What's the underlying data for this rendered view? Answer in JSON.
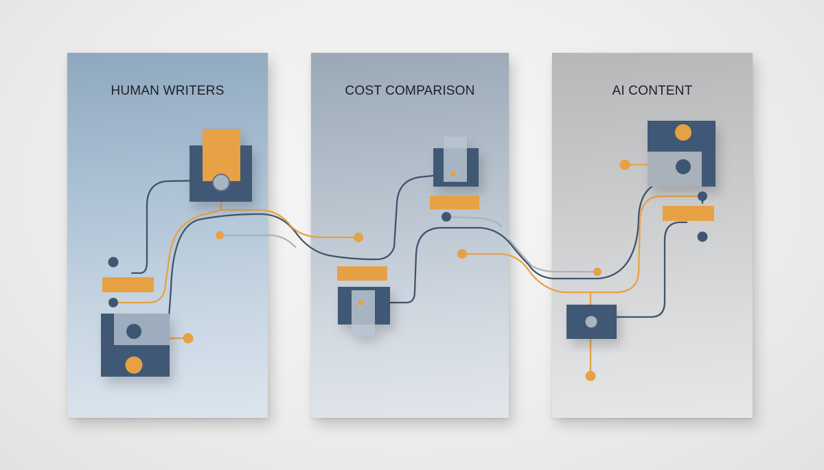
{
  "panels": [
    {
      "title": "HUMAN WRITERS"
    },
    {
      "title": "COST COMPARISON"
    },
    {
      "title": "AI CONTENT"
    }
  ],
  "colors": {
    "navy": "#3e5673",
    "orange": "#e7a145",
    "slate_line": "#40536b",
    "gray_line": "#a9b3bc"
  }
}
